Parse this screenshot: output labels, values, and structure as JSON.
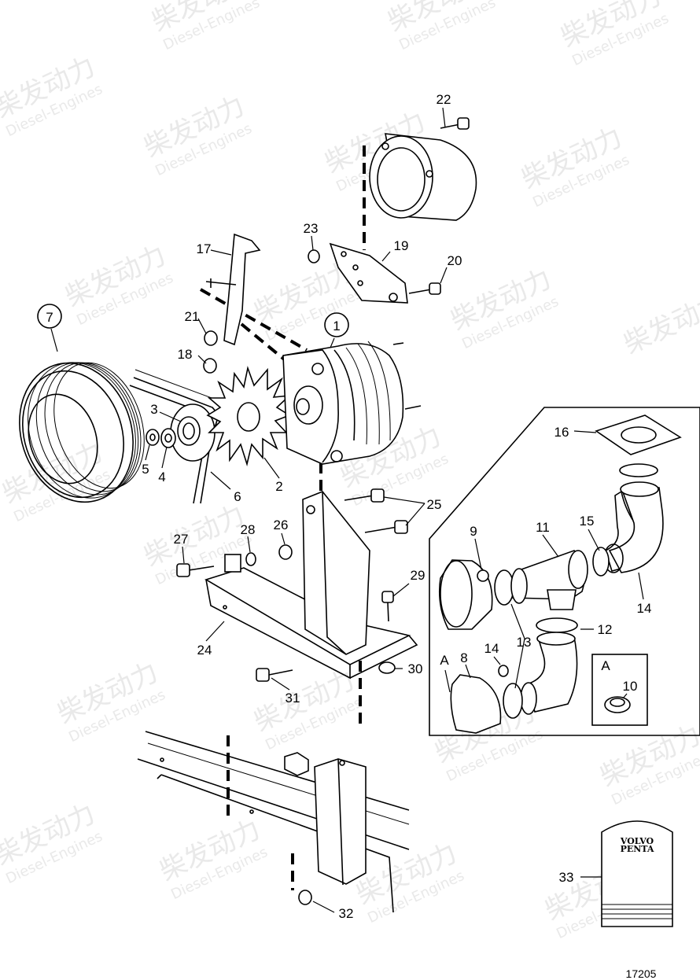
{
  "diagram": {
    "figure_number": "17205",
    "inset_detail_letter": "A",
    "volvo_penta_badge": {
      "line1": "VOLVO",
      "line2": "PENTA"
    },
    "watermark": {
      "brand_cn": "柴发动力",
      "brand_en": "Diesel-Engines"
    },
    "callouts": [
      {
        "id": "1",
        "text": "1",
        "circled": true
      },
      {
        "id": "2",
        "text": "2"
      },
      {
        "id": "3",
        "text": "3"
      },
      {
        "id": "4",
        "text": "4"
      },
      {
        "id": "5",
        "text": "5"
      },
      {
        "id": "6",
        "text": "6"
      },
      {
        "id": "7",
        "text": "7",
        "circled": true
      },
      {
        "id": "8",
        "text": "8"
      },
      {
        "id": "9",
        "text": "9"
      },
      {
        "id": "10",
        "text": "10"
      },
      {
        "id": "11",
        "text": "11"
      },
      {
        "id": "12",
        "text": "12"
      },
      {
        "id": "13",
        "text": "13"
      },
      {
        "id": "14a",
        "text": "14"
      },
      {
        "id": "14b",
        "text": "14"
      },
      {
        "id": "15",
        "text": "15"
      },
      {
        "id": "16",
        "text": "16"
      },
      {
        "id": "17",
        "text": "17"
      },
      {
        "id": "18",
        "text": "18"
      },
      {
        "id": "19",
        "text": "19"
      },
      {
        "id": "20",
        "text": "20"
      },
      {
        "id": "21",
        "text": "21"
      },
      {
        "id": "22",
        "text": "22"
      },
      {
        "id": "23",
        "text": "23"
      },
      {
        "id": "24",
        "text": "24"
      },
      {
        "id": "25",
        "text": "25"
      },
      {
        "id": "26",
        "text": "26"
      },
      {
        "id": "27",
        "text": "27"
      },
      {
        "id": "28",
        "text": "28"
      },
      {
        "id": "29",
        "text": "29"
      },
      {
        "id": "30",
        "text": "30"
      },
      {
        "id": "31",
        "text": "31"
      },
      {
        "id": "32",
        "text": "32"
      },
      {
        "id": "33",
        "text": "33"
      },
      {
        "id": "A1",
        "text": "A"
      }
    ]
  }
}
